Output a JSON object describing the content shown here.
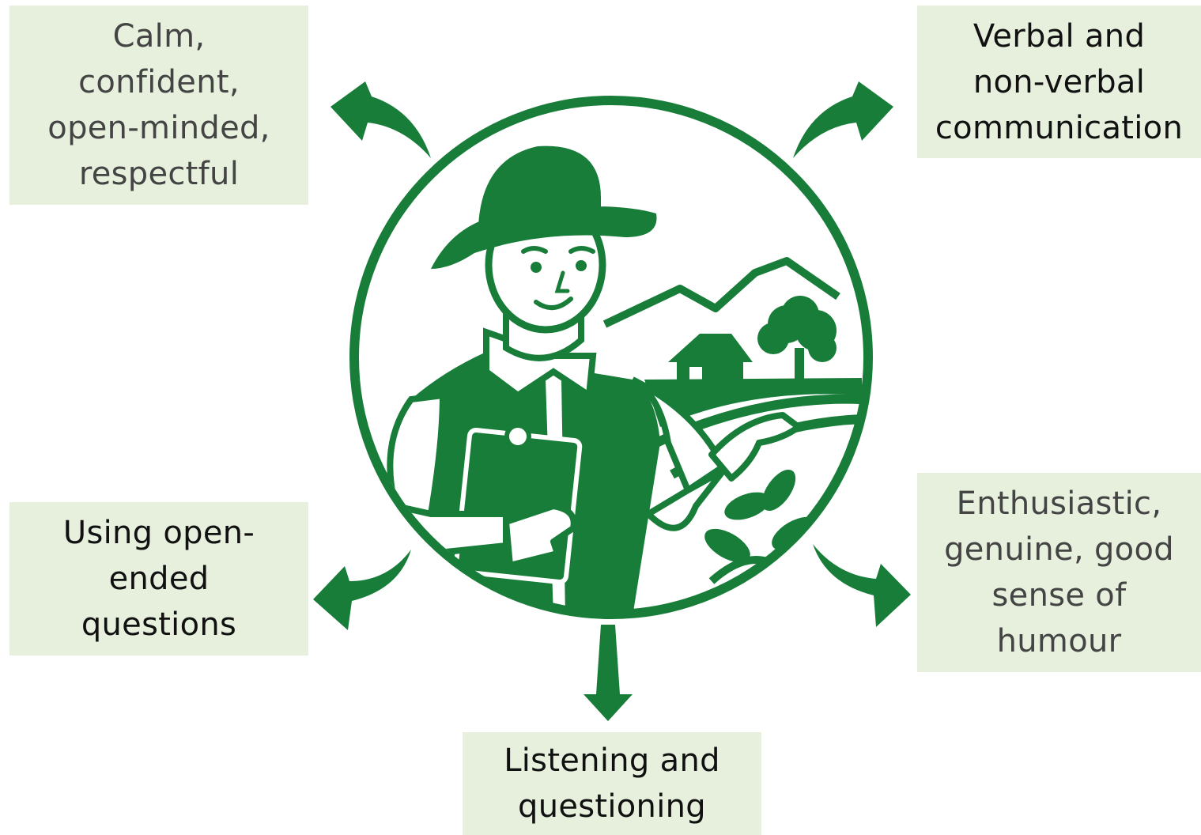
{
  "colors": {
    "primary_green": "#197d3a",
    "box_background": "#e6f0dd"
  },
  "center_icon": "farmer-extension-worker-icon",
  "boxes": {
    "top_left": {
      "lines": [
        "Calm,",
        "confident,",
        "open-minded,",
        "respectful"
      ],
      "text_color": "#444444"
    },
    "top_right": {
      "lines": [
        "Verbal and",
        "non-verbal",
        "communication"
      ],
      "text_color": "#111111"
    },
    "mid_left": {
      "lines": [
        "Using open-",
        "ended",
        "questions"
      ],
      "text_color": "#111111"
    },
    "mid_right": {
      "lines": [
        "Enthusiastic,",
        "genuine, good",
        "sense of",
        "humour"
      ],
      "text_color": "#444444"
    },
    "bottom": {
      "lines": [
        "Listening and",
        "questioning"
      ],
      "text_color": "#111111"
    }
  }
}
